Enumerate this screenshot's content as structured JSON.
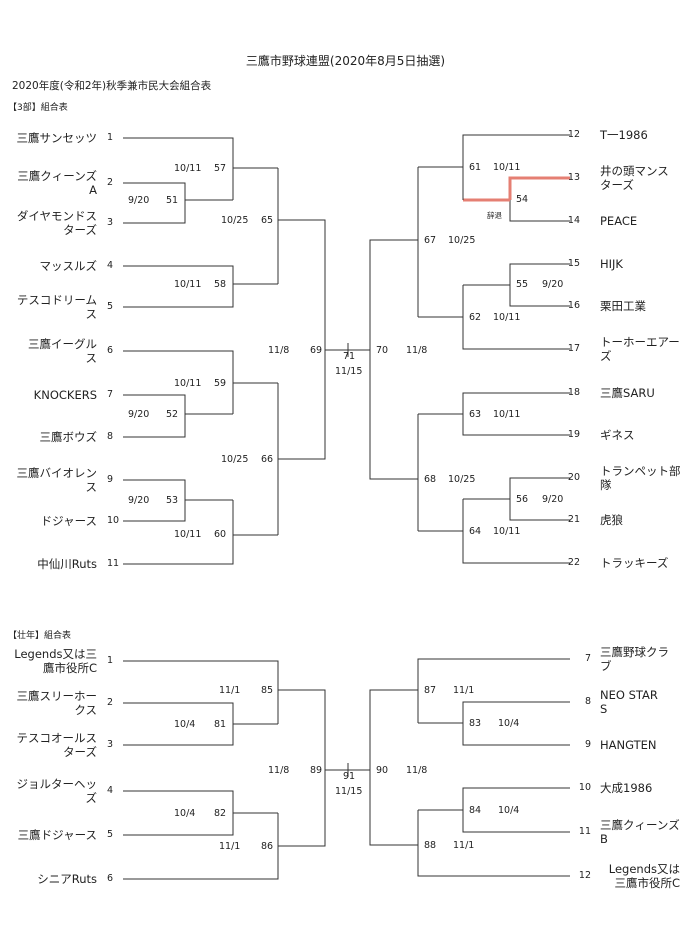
{
  "header": {
    "title": "三鷹市野球連盟(2020年8月5日抽選)",
    "subtitle": "2020年度(令和2年)秋季兼市民大会組合表"
  },
  "division3": {
    "label": "【3部】組合表",
    "teams": [
      {
        "no": "1",
        "name": "三鷹サンセッツ"
      },
      {
        "no": "2",
        "name": "三鷹クィーンズ\nA"
      },
      {
        "no": "3",
        "name": "ダイヤモンドス\nターズ"
      },
      {
        "no": "4",
        "name": "マッスルズ"
      },
      {
        "no": "5",
        "name": "テスコドリーム\nス"
      },
      {
        "no": "6",
        "name": "三鷹イーグル\nス"
      },
      {
        "no": "7",
        "name": "KNOCKERS"
      },
      {
        "no": "8",
        "name": "三鷹ボウズ"
      },
      {
        "no": "9",
        "name": "三鷹バイオレン\nス"
      },
      {
        "no": "10",
        "name": "ドジャース"
      },
      {
        "no": "11",
        "name": "中仙川Ruts"
      },
      {
        "no": "12",
        "name": "T一1986"
      },
      {
        "no": "13",
        "name": "井の頭マンス\nターズ"
      },
      {
        "no": "14",
        "name": "PEACE"
      },
      {
        "no": "15",
        "name": "HIJK"
      },
      {
        "no": "16",
        "name": "栗田工業"
      },
      {
        "no": "17",
        "name": "トーホーエアー\nズ"
      },
      {
        "no": "18",
        "name": "三鷹SARU"
      },
      {
        "no": "19",
        "name": "ギネス"
      },
      {
        "no": "20",
        "name": "トランペット部\n隊"
      },
      {
        "no": "21",
        "name": "虎狼"
      },
      {
        "no": "22",
        "name": "トラッキーズ"
      }
    ],
    "matches": [
      {
        "no": "51",
        "date": "9/20"
      },
      {
        "no": "52",
        "date": "9/20"
      },
      {
        "no": "53",
        "date": "9/20"
      },
      {
        "no": "54",
        "date": "辞退"
      },
      {
        "no": "55",
        "date": "9/20"
      },
      {
        "no": "56",
        "date": "9/20"
      },
      {
        "no": "57",
        "date": "10/11"
      },
      {
        "no": "58",
        "date": "10/11"
      },
      {
        "no": "59",
        "date": "10/11"
      },
      {
        "no": "60",
        "date": "10/11"
      },
      {
        "no": "61",
        "date": "10/11"
      },
      {
        "no": "62",
        "date": "10/11"
      },
      {
        "no": "63",
        "date": "10/11"
      },
      {
        "no": "64",
        "date": "10/11"
      },
      {
        "no": "65",
        "date": "10/25"
      },
      {
        "no": "66",
        "date": "10/25"
      },
      {
        "no": "67",
        "date": "10/25"
      },
      {
        "no": "68",
        "date": "10/25"
      },
      {
        "no": "69",
        "date": "11/8"
      },
      {
        "no": "70",
        "date": "11/8"
      },
      {
        "no": "71",
        "date": "11/15"
      }
    ],
    "highlight_color": "#e57f73"
  },
  "seniors": {
    "label": "【壮年】組合表",
    "teams": [
      {
        "no": "1",
        "name": "Legends又は三\n鷹市役所C"
      },
      {
        "no": "2",
        "name": "三鷹スリーホー\nクス"
      },
      {
        "no": "3",
        "name": "テスコオールス\nターズ"
      },
      {
        "no": "4",
        "name": "ジョルターヘッ\nズ"
      },
      {
        "no": "5",
        "name": "三鷹ドジャース"
      },
      {
        "no": "6",
        "name": "シニアRuts"
      },
      {
        "no": "7",
        "name": "三鷹野球クラ\nブ"
      },
      {
        "no": "8",
        "name": "NEO STAR\nS"
      },
      {
        "no": "9",
        "name": "HANGTEN"
      },
      {
        "no": "10",
        "name": "大成1986"
      },
      {
        "no": "11",
        "name": "三鷹クィーンズ\nB"
      },
      {
        "no": "12",
        "name": "Legends又は\n三鷹市役所C"
      }
    ],
    "matches": [
      {
        "no": "81",
        "date": "10/4"
      },
      {
        "no": "82",
        "date": "10/4"
      },
      {
        "no": "83",
        "date": "10/4"
      },
      {
        "no": "84",
        "date": "10/4"
      },
      {
        "no": "85",
        "date": "11/1"
      },
      {
        "no": "86",
        "date": "11/1"
      },
      {
        "no": "87",
        "date": "11/1"
      },
      {
        "no": "88",
        "date": "11/1"
      },
      {
        "no": "89",
        "date": "11/8"
      },
      {
        "no": "90",
        "date": "11/8"
      },
      {
        "no": "91",
        "date": "11/15"
      }
    ]
  }
}
